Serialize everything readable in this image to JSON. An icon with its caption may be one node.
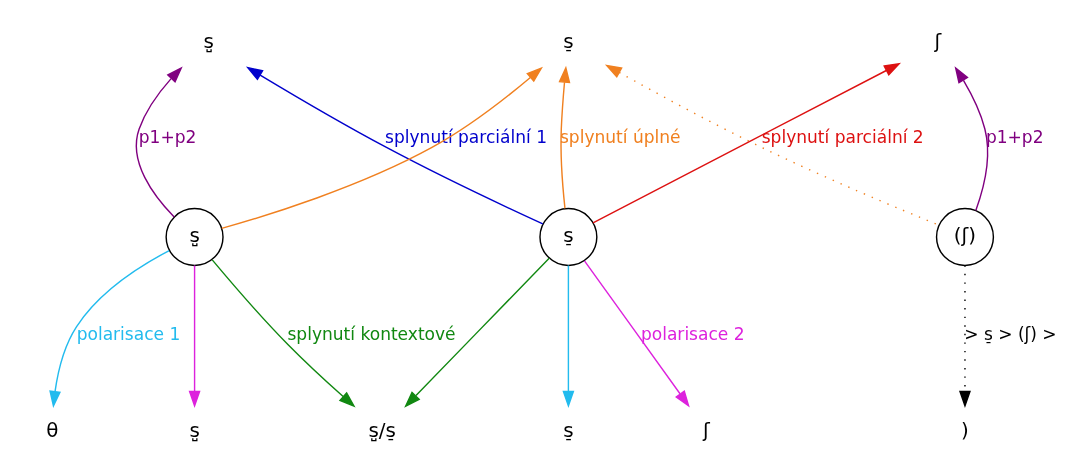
{
  "diagram": {
    "nodes": [
      {
        "text": [
          "s̺"
        ]
      },
      {
        "text": [
          "s̠"
        ]
      },
      {
        "text": [
          "ʃ"
        ]
      },
      {
        "text": [
          "s̺"
        ]
      },
      {
        "text": [
          "s̠"
        ]
      },
      {
        "text": [
          "(ʃ)"
        ]
      },
      {
        "text": [
          "θ"
        ]
      },
      {
        "text": [
          "s̺"
        ]
      },
      {
        "text": [
          "s̺/s̠"
        ]
      },
      {
        "text": [
          "s̠"
        ]
      },
      {
        "text": [
          "ʃ"
        ]
      },
      {
        "text": [
          ")"
        ]
      }
    ],
    "edges": [
      {
        "from": 3,
        "to": 0,
        "arrow": "to",
        "label": "p1+p2",
        "color": "#800080"
      },
      {
        "from": 4,
        "to": 0,
        "arrow": "to",
        "label": "splynutí parciální 1",
        "color": "#0000cc"
      },
      {
        "from": 3,
        "to": 1,
        "arrow": "to",
        "color": "#f08020"
      },
      {
        "from": 4,
        "to": 1,
        "arrow": "to",
        "label": "splynutí úplné",
        "color": "#f08020"
      },
      {
        "from": 4,
        "to": 2,
        "arrow": "to",
        "label": "splynutí parciální 2",
        "color": "#dd1111"
      },
      {
        "from": 5,
        "to": 1,
        "arrow": "to",
        "style": "dashed",
        "color": "#f08020"
      },
      {
        "from": 5,
        "to": 2,
        "arrow": "to",
        "label": "p1+p2",
        "color": "#800080"
      },
      {
        "from": 3,
        "to": 6,
        "arrow": "to",
        "label": "polarisace 1",
        "color": "#22bbee"
      },
      {
        "from": 3,
        "to": 7,
        "arrow": "to",
        "color": "#dd22dd"
      },
      {
        "from": 3,
        "to": 8,
        "arrow": "to",
        "label": "splynutí kontextové",
        "color": "#118811"
      },
      {
        "from": 4,
        "to": 8,
        "arrow": "to",
        "color": "#118811"
      },
      {
        "from": 4,
        "to": 9,
        "arrow": "to",
        "color": "#22bbee"
      },
      {
        "from": 4,
        "to": 10,
        "arrow": "to",
        "label": "polarisace 2",
        "color": "#dd22dd"
      },
      {
        "from": 5,
        "to": 11,
        "arrow": "to",
        "label": "> s̠ > (ʃ) >",
        "style": "dashed",
        "color": "#000000"
      }
    ]
  }
}
